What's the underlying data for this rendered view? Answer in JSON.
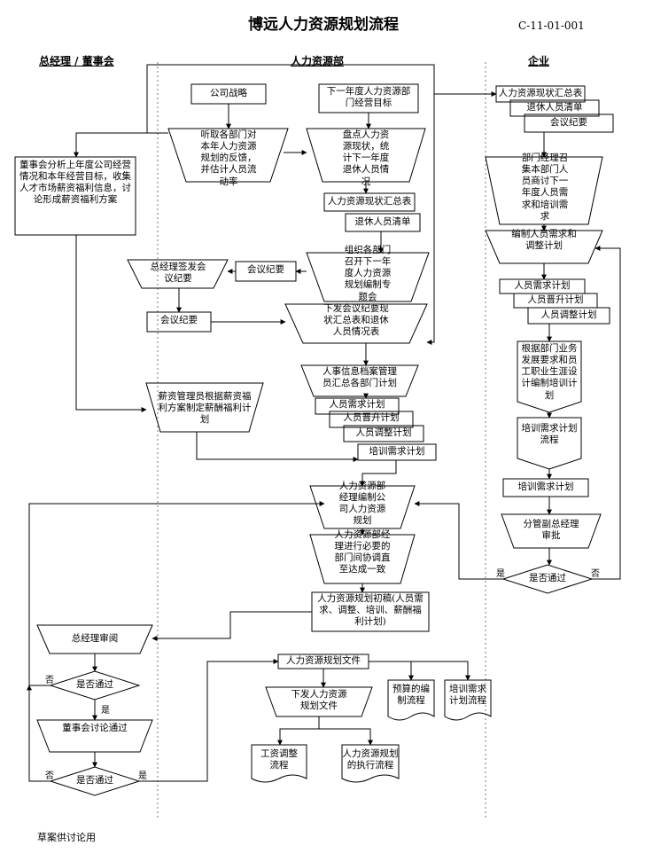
{
  "header": {
    "title": "博远人力资源规划流程",
    "doc_code": "C-11-01-001"
  },
  "lanes": {
    "gm": "总经理 / 董事会",
    "hr": "人力资源部",
    "company": "企业"
  },
  "nodes": {
    "company_strategy": "公司战略",
    "next_year_goals": "下一年度人力资源部门经营目标",
    "hear_feedback": "听取各部门对本年人力资源规划的反馈，并估计人员流动率",
    "inventory": "盘点人力资源现状，统计下一年度退休人员情况",
    "hr_status_summary": "人力资源现状汇总表",
    "retire_list": "退休人员清单",
    "board_analysis": "董事会分析上年度公司经营情况和本年经营目标，收集人才市场薪资福利信息，讨论形成薪资福利方案",
    "organize_meeting": "组织各部门召开下一年度人力资源规划编制专题会",
    "meeting_minutes_hr": "会议纪要",
    "gm_sign_minutes": "总经理签发会议纪要",
    "meeting_minutes_gm": "会议纪要",
    "issue_minutes": "下发会议纪要现状汇总表和退休人员情况表",
    "records_summary": "人事信息档案管理员汇总各部门计划",
    "hr_demand_plan": "人员需求计划",
    "promotion_plan": "人员晋升计划",
    "adjust_plan": "人员调整计划",
    "training_plan": "培训需求计划",
    "salary_admin": "薪资管理员根据薪资福利方案制定薪酬福利计划",
    "manager_compile": "人力资源部经理编制公司人力资源规划",
    "manager_coordinate": "人力资源部经理进行必要的部门间协调直至达成一致",
    "draft": "人力资源规划初稿(人员需求、调整、培训、薪酬福利计划)",
    "gm_review": "总经理审阅",
    "pass_gm": "是否通过",
    "board_discuss": "董事会讨论通过",
    "pass_board": "是否通过",
    "hr_plan_file": "人力资源规划文件",
    "issue_plan": "下发人力资源规划文件",
    "budget_process": "预算的编制流程",
    "training_process": "培训需求计划流程",
    "salary_adjust_process": "工资调整流程",
    "execution_process": "人力资源规划的执行流程",
    "co_status_summary": "人力资源现状汇总表",
    "co_retire_list": "退休人员清单",
    "co_minutes": "会议纪要",
    "dept_heads": "部门经理召集本部门人员商讨下一年度人员需求和培训需求",
    "compile_demand": "编制人员需求和调整计划",
    "co_demand_plan": "人员需求计划",
    "co_promotion_plan": "人员晋升计划",
    "co_adjust_plan": "人员调整计划",
    "dept_training": "根据部门业务发展要求和员工职业生涯设计编制培训计划",
    "training_flow": "培训需求计划流程",
    "co_training_plan": "培训需求计划",
    "vp_approve": "分管副总经理审批",
    "pass_vp": "是否通过"
  },
  "edge_labels": {
    "no_1": "否",
    "yes_1": "是",
    "no_2": "否",
    "yes_2": "是",
    "yes_3": "是",
    "no_3": "否"
  },
  "footer": "草案供讨论用"
}
